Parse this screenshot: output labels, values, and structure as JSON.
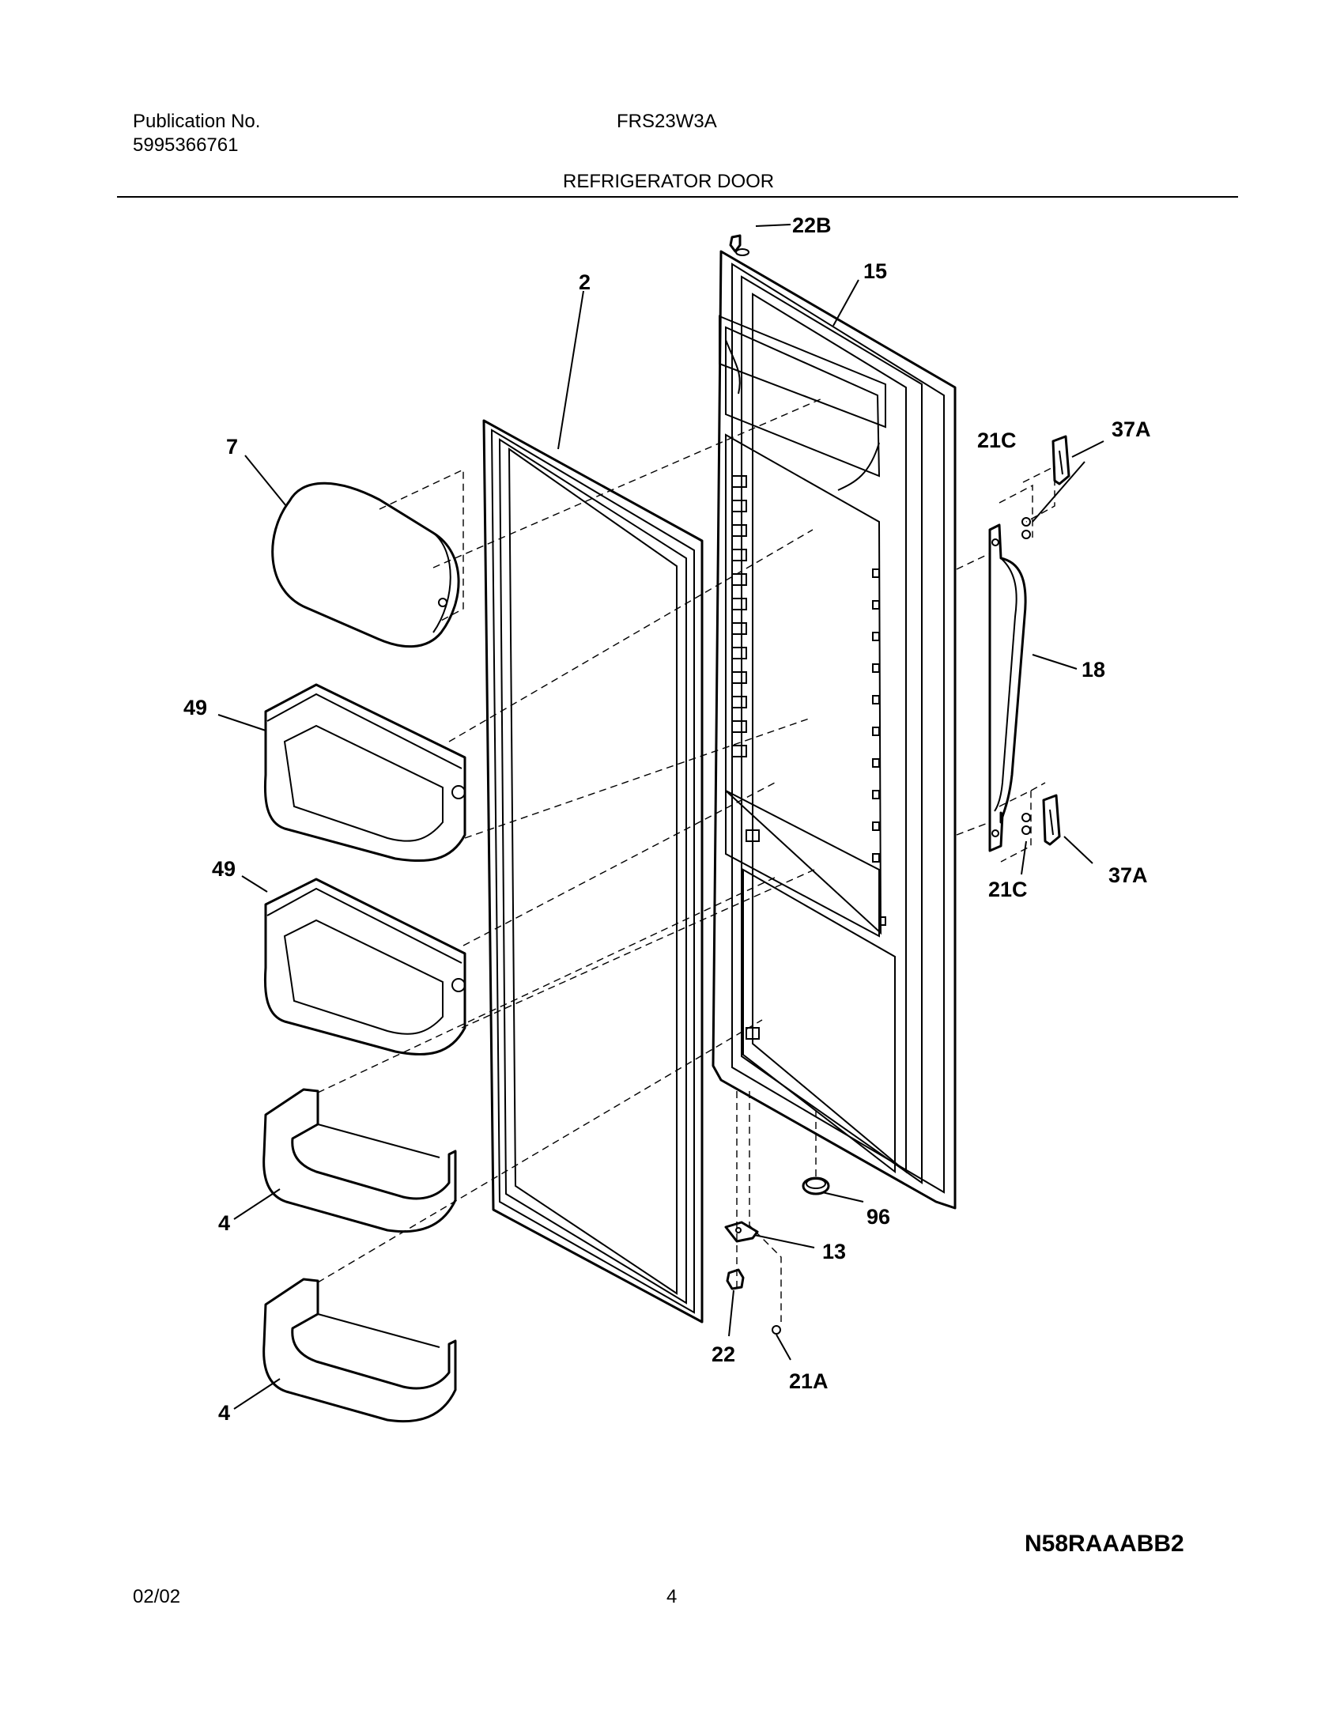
{
  "header": {
    "publication_label": "Publication No.",
    "publication_number": "5995366761",
    "model": "FRS23W3A",
    "section_title": "REFRIGERATOR DOOR"
  },
  "callouts": {
    "door_liner": "15",
    "gasket": "2",
    "dairy_door": "7",
    "bin_upper": "49",
    "bin_middle": "49",
    "shelf_lower_1": "4",
    "shelf_lower_2": "4",
    "cap_top": "22B",
    "handle": "18",
    "screw_upper": "21C",
    "screw_lower": "21C",
    "endcap_upper": "37A",
    "endcap_lower": "37A",
    "plug_bottom": "96",
    "hinge": "13",
    "bushing": "22",
    "screw_bottom": "21A"
  },
  "footer": {
    "date": "02/02",
    "page": "4",
    "drawing_code": "N58RAAABB2"
  }
}
